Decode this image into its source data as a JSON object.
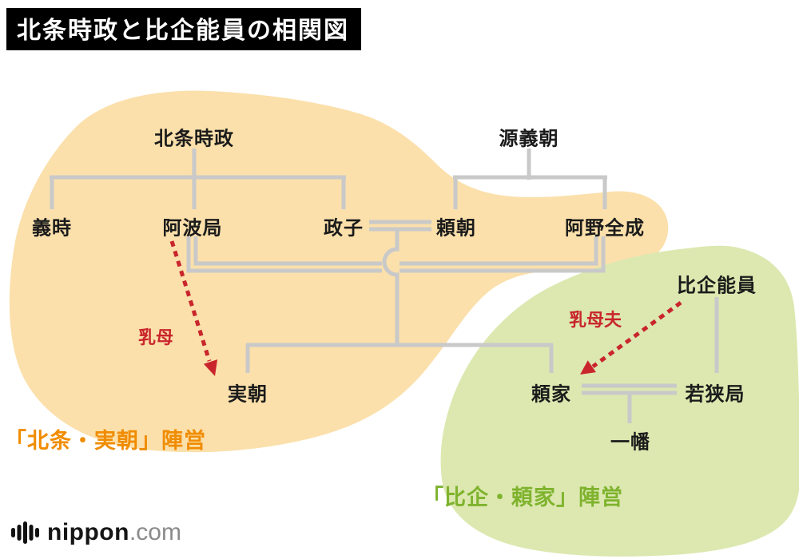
{
  "title": "北条時政と比企能員の相関図",
  "people": {
    "tokimasa": "北条時政",
    "yoshitomo": "源義朝",
    "yoshitoki": "義時",
    "awa": "阿波局",
    "masako": "政子",
    "yoritomo": "頼朝",
    "zenjo": "阿野全成",
    "yoshikazu": "比企能員",
    "sanetomo": "実朝",
    "yoriie": "頼家",
    "wakasa": "若狭局",
    "ichiman": "一幡"
  },
  "annotations": {
    "wet_nurse": "乳母",
    "wet_nurse_husband": "乳母夫"
  },
  "camps": {
    "hojo": "「北条・実朝」陣営",
    "hiki": "「比企・頼家」陣営"
  },
  "logo": {
    "name": "nippon",
    "tld": ".com"
  },
  "colors": {
    "hojo_blob": "#fbe0ab",
    "hiki_blob": "#dce8b0",
    "tree_line": "#c9c9c9",
    "arrow_red": "#c9252c",
    "camp_orange": "#f08c00",
    "camp_green": "#7fb32e",
    "title_bg": "#000000",
    "title_text": "#ffffff"
  }
}
